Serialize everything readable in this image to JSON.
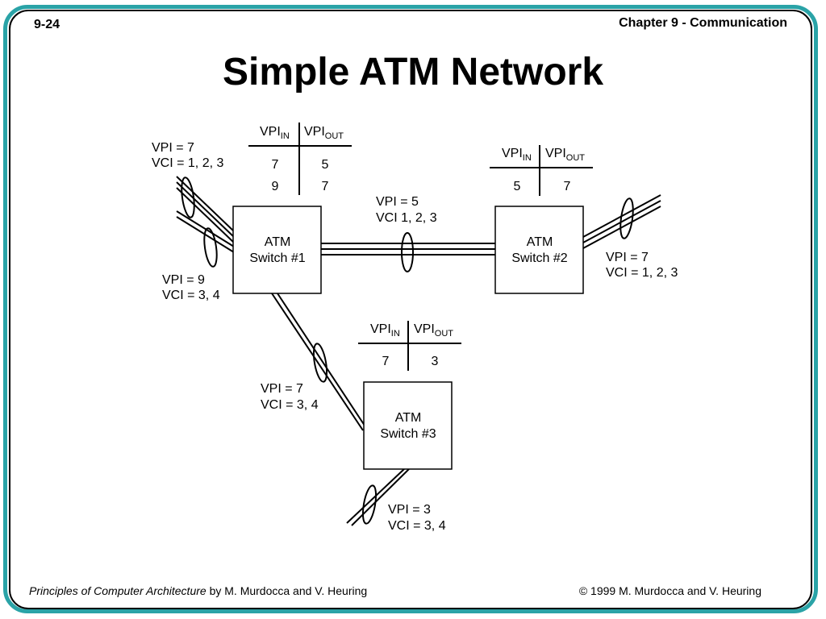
{
  "header": {
    "slide_number": "9-24",
    "chapter": "Chapter 9 - Communication"
  },
  "title": "Simple ATM Network",
  "footer": {
    "book_title": "Principles of Computer Architecture",
    "authors": " by M. Murdocca and V. Heuring",
    "copyright": "© 1999 M. Murdocca and V. Heuring"
  },
  "table_headers": {
    "in_base": "VPI",
    "in_sub": "IN",
    "out_base": "VPI",
    "out_sub": "OUT"
  },
  "switches": {
    "s1": {
      "line1": "ATM",
      "line2": "Switch #1"
    },
    "s2": {
      "line1": "ATM",
      "line2": "Switch #2"
    },
    "s3": {
      "line1": "ATM",
      "line2": "Switch #3"
    }
  },
  "tables": {
    "t1": {
      "rows": [
        [
          "7",
          "5"
        ],
        [
          "9",
          "7"
        ]
      ]
    },
    "t2": {
      "rows": [
        [
          "5",
          "7"
        ]
      ]
    },
    "t3": {
      "rows": [
        [
          "7",
          "3"
        ]
      ]
    }
  },
  "links": {
    "l1": {
      "vpi": "VPI = 7",
      "vci": "VCI = 1, 2, 3"
    },
    "l2": {
      "vpi": "VPI = 9",
      "vci": "VCI = 3, 4"
    },
    "l3": {
      "vpi": "VPI = 5",
      "vci": "VCI 1, 2, 3"
    },
    "l4": {
      "vpi": "VPI = 7",
      "vci": "VCI = 1, 2, 3"
    },
    "l5": {
      "vpi": "VPI = 7",
      "vci": "VCI = 3, 4"
    },
    "l6": {
      "vpi": "VPI = 3",
      "vci": "VCI = 3, 4"
    }
  }
}
